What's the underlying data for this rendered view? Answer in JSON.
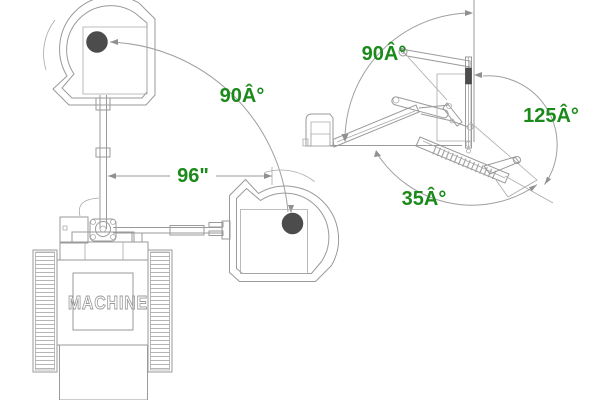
{
  "diagram": {
    "type": "technical-line-drawing",
    "subject": "boom flail-mower machine reach and articulation diagram (top view left, side view right)",
    "background_color": "#ffffff",
    "line_color": "#9a9a9a",
    "dark_fill_color": "#4c4c4c",
    "label_color": "#1b8a1b",
    "labels": {
      "top_swing_angle": "90Â°",
      "reach": "96\"",
      "side_boom_angle": "90Â°",
      "side_head_down_angle": "125Â°",
      "side_head_tilt_angle": "35Â°",
      "machine": "MACHINE"
    }
  }
}
